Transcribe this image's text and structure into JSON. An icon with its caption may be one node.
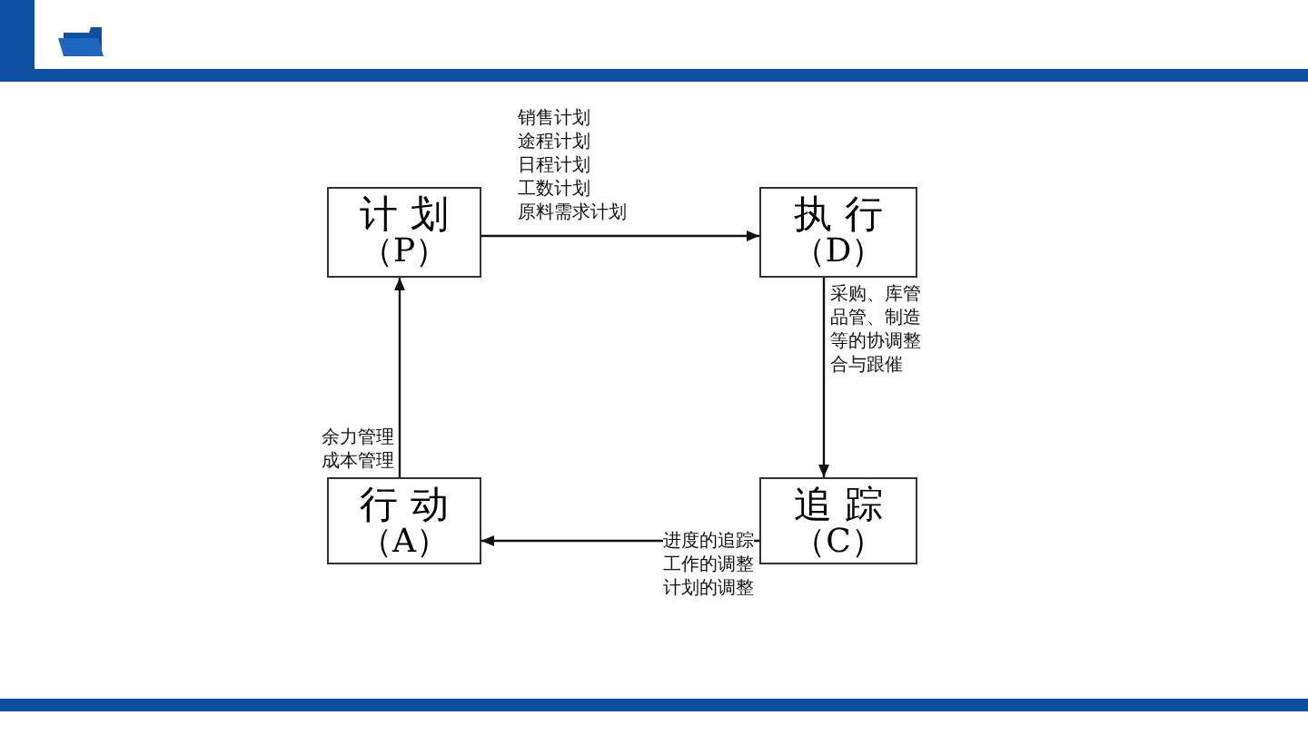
{
  "diagram": {
    "nodes": [
      {
        "text": [
          "计 划",
          "（P）"
        ]
      },
      {
        "text": [
          "执 行",
          "（D）"
        ]
      },
      {
        "text": [
          "行 动",
          "（A）"
        ]
      },
      {
        "text": [
          "追 踪",
          "（C）"
        ]
      }
    ],
    "edges": [
      {
        "from": 0,
        "to": 1,
        "arrow": "to",
        "label": "销售计划途程计划日程计划工数计划原料需求计划"
      },
      {
        "from": 1,
        "to": 3,
        "arrow": "to",
        "label": "采购、库管品管、制造等的协调整合与跟催"
      },
      {
        "from": 3,
        "to": 2,
        "arrow": "to",
        "label": "进度的追踪工作的调整计划的调整"
      },
      {
        "from": 2,
        "to": 0,
        "arrow": "to",
        "label": "余力管理成本管理"
      }
    ]
  }
}
